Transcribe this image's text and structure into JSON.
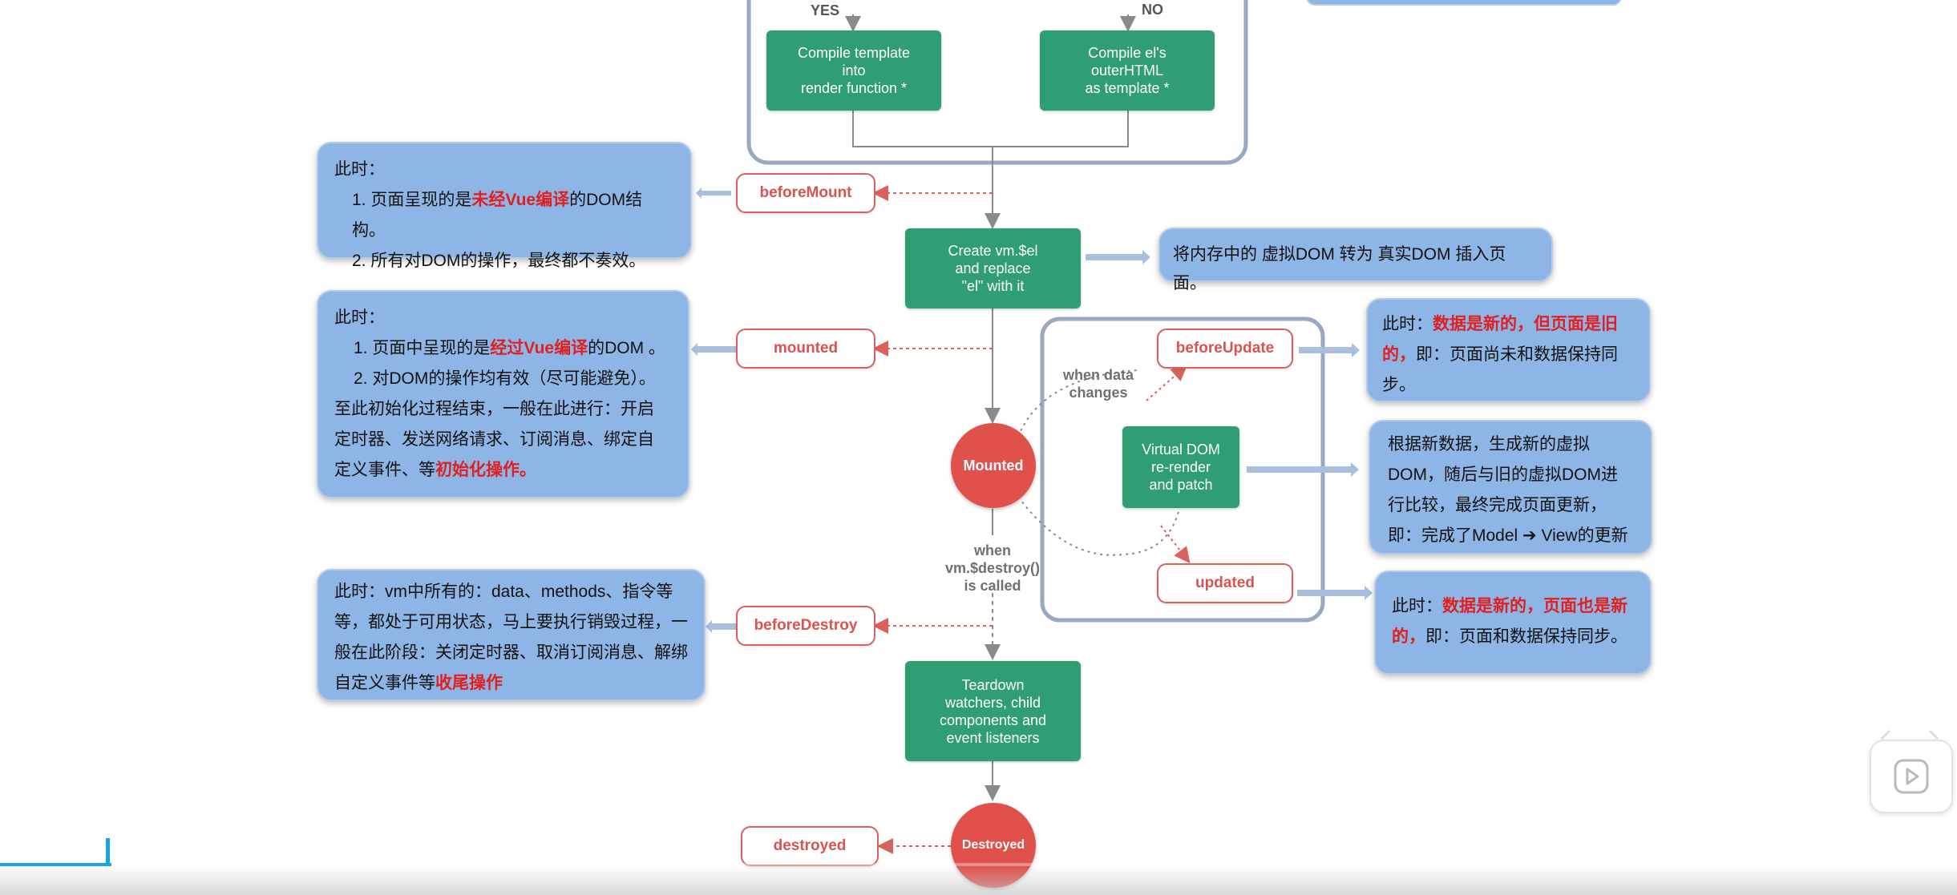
{
  "top": {
    "yes": "YES",
    "no": "NO",
    "compile_template": "Compile template\ninto\nrender function *",
    "compile_el": "Compile el's\nouterHTML\nas template *"
  },
  "hooks": {
    "before_mount": "beforeMount",
    "mounted": "mounted",
    "before_update": "beforeUpdate",
    "updated": "updated",
    "before_destroy": "beforeDestroy",
    "destroyed": "destroyed"
  },
  "steps": {
    "create_el": "Create vm.$el\nand replace\n\"el\" with it",
    "virtual_dom": "Virtual DOM\nre-render\nand patch",
    "teardown": "Teardown\nwatchers, child\ncomponents and\nevent listeners"
  },
  "circles": {
    "mounted": "Mounted",
    "destroyed": "Destroyed"
  },
  "labels": {
    "when_data_changes": "when data\nchanges",
    "when_destroy": "when\nvm.$destroy()\nis called"
  },
  "notes": {
    "before_mount": {
      "title": "此时：",
      "line1_pre": "1. 页面呈现的是",
      "line1_red": "未经Vue编译",
      "line1_post": "的DOM结构。",
      "line2": "2. 所有对DOM的操作，最终都不奏效。"
    },
    "mounted": {
      "title": "此时：",
      "line1_pre": "1. 页面中呈现的是",
      "line1_red": "经过Vue编译",
      "line1_post": "的DOM 。",
      "line2": "2. 对DOM的操作均有效（尽可能避免）。",
      "line3": "至此初始化过程结束，一般在此进行：开启",
      "line4": "定时器、发送网络请求、订阅消息、绑定自",
      "line5_pre": "定义事件、等",
      "line5_red": "初始化操作。"
    },
    "create_el": "将内存中的 虚拟DOM 转为 真实DOM 插入页面。",
    "before_update": {
      "pre": "此时：",
      "red": "数据是新的，但页面是旧的，",
      "post": "即：页面尚未和数据保持同步。"
    },
    "virtual_dom": "根据新数据，生成新的虚拟DOM，随后与旧的虚拟DOM进行比较，最终完成页面更新，即：完成了Model ➔ View的更新",
    "updated": {
      "pre": "此时：",
      "red": "数据是新的，页面也是新的，",
      "post": "即：页面和数据保持同步。"
    },
    "before_destroy": {
      "text": "此时：vm中所有的：data、methods、指令等等，都处于可用状态，马上要执行销毁过程，一般在此阶段：关闭定时器、取消订阅消息、解绑自定义事件等",
      "red": "收尾操作"
    }
  },
  "colors": {
    "green": "#2f9e73",
    "red": "#e0514c",
    "note_blue": "#8db5e6",
    "highlight_red": "#e01f1f",
    "progress": "#1aa3e8"
  },
  "player": {
    "play_icon": "play-icon",
    "progress": 0.057
  }
}
